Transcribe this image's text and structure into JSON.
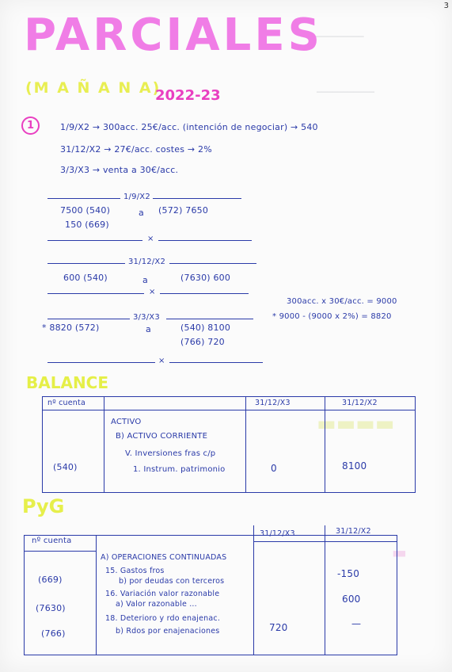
{
  "page": {
    "corner_mark": "3"
  },
  "title": "PARCIALES",
  "subtitle": {
    "session": "(M A Ñ A N A)",
    "year": "2022-23"
  },
  "exercise_number": "1",
  "statement": {
    "line1": "1/9/X2 → 300acc. 25€/acc. (intención de negociar) → 540",
    "line2": "31/12/X2 → 27€/acc. costes → 2%",
    "line3": "3/3/X3 → venta a 30€/acc."
  },
  "entries": [
    {
      "date": "1/9/X2",
      "debit": [
        "7500 (540)",
        "150 (669)"
      ],
      "a": "a",
      "credit": [
        "(572) 7650"
      ],
      "separator": "×"
    },
    {
      "date": "31/12/X2",
      "debit": [
        "600 (540)"
      ],
      "a": "a",
      "credit": [
        "(7630) 600"
      ],
      "separator": "×"
    },
    {
      "date": "3/3/X3",
      "debit": [
        "* 8820 (572)"
      ],
      "a": "a",
      "credit": [
        "(540) 8100",
        "(766) 720"
      ],
      "separator": "×"
    }
  ],
  "side_calc": {
    "line1": "300acc. x 30€/acc. = 9000",
    "line2": "* 9000 - (9000 x 2%) = 8820"
  },
  "balance": {
    "heading": "BALANCE",
    "col_account": "nº cuenta",
    "col_x3": "31/12/X3",
    "col_x2": "31/12/X2",
    "rows": {
      "activo": "ACTIVO",
      "corriente": "B) ACTIVO CORRIENTE",
      "inversiones": "V. Inversiones fras c/p",
      "instrum": "1. Instrum. patrimonio",
      "account": "(540)",
      "val_x3": "0",
      "val_x2": "8100"
    }
  },
  "pyg": {
    "heading": "PyG",
    "col_account": "nº cuenta",
    "col_x3": "31/12/X3",
    "col_x2": "31/12/X2",
    "ops": "A) OPERACIONES CONTINUADAS",
    "r15a": "15. Gastos fros",
    "r15b": "b) por deudas con terceros",
    "r16a": "16. Variación valor razonable",
    "r16b": "a) Valor razonable ...",
    "r18a": "18. Deterioro y rdo enajenac.",
    "r18b": "b) Rdos por enajenaciones",
    "acc669": "(669)",
    "acc7630": "(7630)",
    "acc766": "(766)",
    "x3_766": "720",
    "x2_669": "-150",
    "x2_7630": "600",
    "x2_766": "—"
  }
}
